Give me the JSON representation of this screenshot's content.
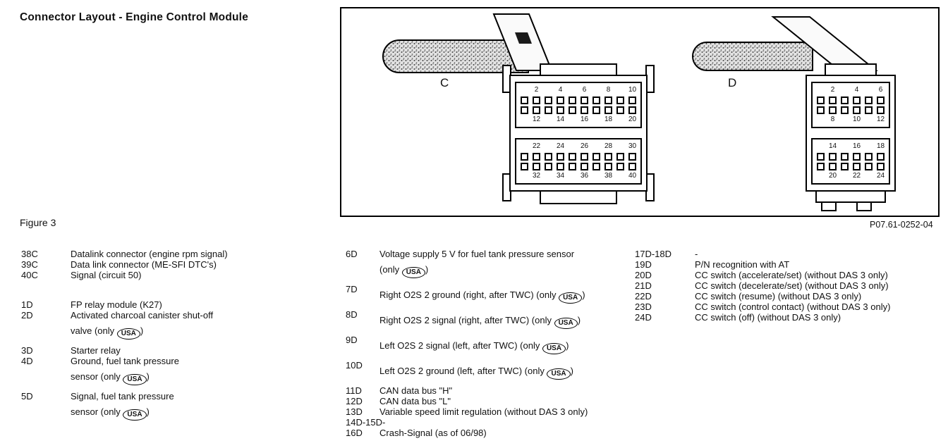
{
  "page": {
    "title": "Connector Layout - Engine Control Module",
    "figure_label": "Figure 3",
    "drawing_number": "P07.61-0252-04"
  },
  "diagram": {
    "connectors": [
      {
        "label": "C",
        "pins_per_row": 10,
        "blocks": [
          {
            "top_numbers": [
              "2",
              "4",
              "6",
              "8",
              "10"
            ],
            "bottom_numbers": [
              "12",
              "14",
              "16",
              "18",
              "20"
            ]
          },
          {
            "top_numbers": [
              "22",
              "24",
              "26",
              "28",
              "30"
            ],
            "bottom_numbers": [
              "32",
              "34",
              "36",
              "38",
              "40"
            ]
          }
        ]
      },
      {
        "label": "D",
        "pins_per_row": 6,
        "blocks": [
          {
            "top_numbers": [
              "2",
              "4",
              "6"
            ],
            "bottom_numbers": [
              "8",
              "10",
              "12"
            ]
          },
          {
            "top_numbers": [
              "14",
              "16",
              "18"
            ],
            "bottom_numbers": [
              "20",
              "22",
              "24"
            ]
          }
        ]
      }
    ]
  },
  "legend": {
    "badge_label": "USA",
    "columns": [
      {
        "entries": [
          {
            "pin": "38C",
            "lines": [
              "Datalink connector (engine rpm signal)"
            ]
          },
          {
            "pin": "39C",
            "lines": [
              "Data link connector (ME-SFI DTC's)"
            ]
          },
          {
            "pin": "40C",
            "lines": [
              "Signal (circuit 50)"
            ]
          },
          {
            "pin": "1D",
            "gap_before": true,
            "lines": [
              "FP relay module (K27)"
            ]
          },
          {
            "pin": "2D",
            "lines": [
              "Activated charcoal canister shut-off",
              "valve (only [USA])"
            ]
          },
          {
            "pin": "3D",
            "lines": [
              "Starter relay"
            ]
          },
          {
            "pin": "4D",
            "lines": [
              "Ground, fuel tank pressure",
              "sensor (only [USA])"
            ]
          },
          {
            "pin": "5D",
            "lines": [
              "Signal, fuel tank pressure",
              "sensor (only [USA])"
            ]
          }
        ]
      },
      {
        "entries": [
          {
            "pin": "6D",
            "lines": [
              "Voltage supply 5 V for fuel tank pressure sensor",
              "(only [USA])"
            ]
          },
          {
            "pin": "7D",
            "lines": [
              "Right O2S 2 ground (right, after TWC) (only [USA])"
            ]
          },
          {
            "pin": "8D",
            "lines": [
              "Right O2S 2 signal (right, after TWC) (only [USA])"
            ]
          },
          {
            "pin": "9D",
            "lines": [
              "Left O2S 2 signal (left, after TWC) (only [USA])"
            ]
          },
          {
            "pin": "10D",
            "lines": [
              "Left O2S 2 ground (left, after TWC) (only [USA])"
            ]
          },
          {
            "pin": "11D",
            "lines": [
              "CAN data bus \"H\""
            ]
          },
          {
            "pin": "12D",
            "lines": [
              "CAN data bus \"L\""
            ]
          },
          {
            "pin": "13D",
            "lines": [
              "Variable speed limit regulation (without DAS 3 only)"
            ]
          },
          {
            "pin": "14D-15D",
            "lines": [
              "-"
            ]
          },
          {
            "pin": "16D",
            "lines": [
              "Crash-Signal (as of 06/98)"
            ]
          }
        ]
      },
      {
        "entries": [
          {
            "pin": "17D-18D",
            "lines": [
              "-"
            ]
          },
          {
            "pin": "19D",
            "lines": [
              "P/N recognition with AT"
            ]
          },
          {
            "pin": "20D",
            "lines": [
              "CC switch (accelerate/set) (without DAS 3 only)"
            ]
          },
          {
            "pin": "21D",
            "lines": [
              "CC switch (decelerate/set) (without DAS 3 only)"
            ]
          },
          {
            "pin": "22D",
            "lines": [
              "CC switch (resume) (without DAS 3 only)"
            ]
          },
          {
            "pin": "23D",
            "lines": [
              "CC switch (control contact) (without DAS 3 only)"
            ]
          },
          {
            "pin": "24D",
            "lines": [
              "CC switch (off) (without DAS 3 only)"
            ]
          }
        ]
      }
    ]
  }
}
